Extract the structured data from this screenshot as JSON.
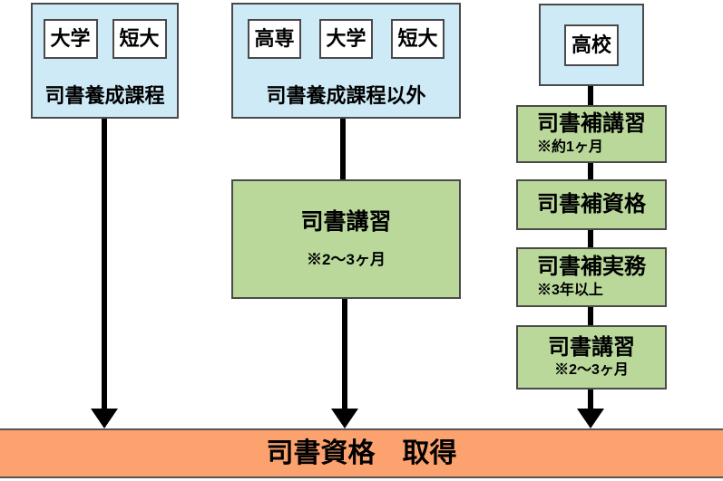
{
  "palette": {
    "source_box_fill": "#cdeaf6",
    "step_box_fill": "#b9d89a",
    "result_bar_fill": "#fba26f",
    "box_border": "#4a4a4a",
    "arrow": "#000000"
  },
  "columns": [
    {
      "name": "training-course",
      "source": {
        "chips": [
          "大学",
          "短大"
        ],
        "label": "司書養成課程"
      },
      "steps": []
    },
    {
      "name": "non-training-course",
      "source": {
        "chips": [
          "高専",
          "大学",
          "短大"
        ],
        "label": "司書養成課程以外"
      },
      "steps": [
        {
          "title": "司書講習",
          "note": "※2～3ヶ月"
        }
      ]
    },
    {
      "name": "high-school",
      "source": {
        "chips": [
          "高校"
        ]
      },
      "steps": [
        {
          "title": "司書補講習",
          "note": "※約1ヶ月"
        },
        {
          "title": "司書補資格",
          "note": ""
        },
        {
          "title": "司書補実務",
          "note": "※3年以上"
        },
        {
          "title": "司書講習",
          "note": "※2～3ヶ月"
        }
      ]
    }
  ],
  "result": {
    "label": "司書資格　取得"
  }
}
